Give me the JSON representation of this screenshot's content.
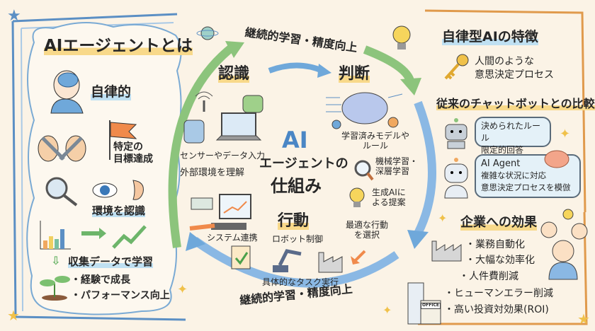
{
  "left_panel": {
    "title": "AIエージェントとは",
    "autonomous": "自律的",
    "goal": [
      "特定の",
      "目標達成"
    ],
    "perceive": "環境を認識",
    "learn": "収集データで学習",
    "bullets": [
      "・経験で成長",
      "・パフォーマンス向上"
    ]
  },
  "cycle": {
    "loop_label_top": "継続的学習・精度向上",
    "loop_label_bottom": "継続的学習・精度向上",
    "center_title": [
      "AI",
      "エージェントの",
      "仕組み"
    ],
    "perception": {
      "title": "認識",
      "lines": [
        "センサーやデータ入力",
        "外部環境を理解"
      ]
    },
    "judgment": {
      "title": "判断",
      "model": [
        "学習済みモデルや",
        "ルール"
      ],
      "ml": [
        "機械学習・",
        "深層学習"
      ],
      "genai": [
        "生成AIに",
        "よる提案"
      ],
      "select": [
        "最適な行動",
        "を選択"
      ]
    },
    "action": {
      "title": "行動",
      "system": "システム連携",
      "robot": "ロボット制御",
      "task": "具体的なタスク実行"
    }
  },
  "right_panel": {
    "features_title": "自律型AIの特徴",
    "features_text": [
      "人間のような",
      "意思決定プロセス"
    ],
    "compare_title": "従来のチャットボットとの比較",
    "chatbot": [
      "決められたルール",
      "限定的回答"
    ],
    "agent": [
      "AI Agent",
      "複雑な状況に対応",
      "意思決定プロセスを模倣"
    ],
    "effects_title": "企業への効果",
    "effects": [
      "・業務自動化",
      "・大幅な効率化",
      "・人件費削減",
      "・ヒューマンエラー削減",
      "・高い投資対効果(ROI)"
    ],
    "office_sign": "OFFICE"
  },
  "colors": {
    "background": "#fbf3e6",
    "green_arrow": "#8cc47c",
    "blue_arrow": "#6fa8da",
    "accent_blue": "#4a86c5",
    "highlight": "#f8d98a"
  }
}
